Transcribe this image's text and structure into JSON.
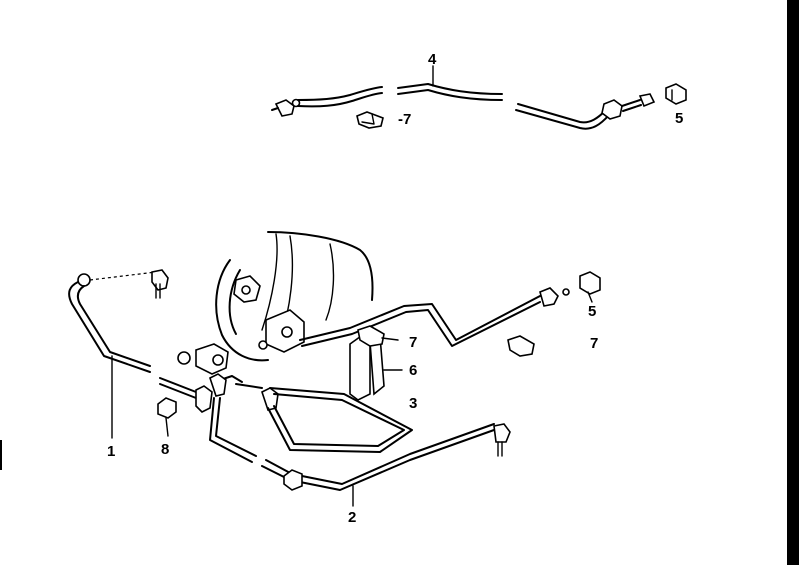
{
  "diagram": {
    "callouts": {
      "c1": "1",
      "c2": "2",
      "c3": "3",
      "c4": "4",
      "c5_top": "5",
      "c5_mid": "5",
      "c6": "6",
      "c7_top": "-7",
      "c7_mid": "7",
      "c7_right": "7",
      "c8": "8"
    }
  }
}
